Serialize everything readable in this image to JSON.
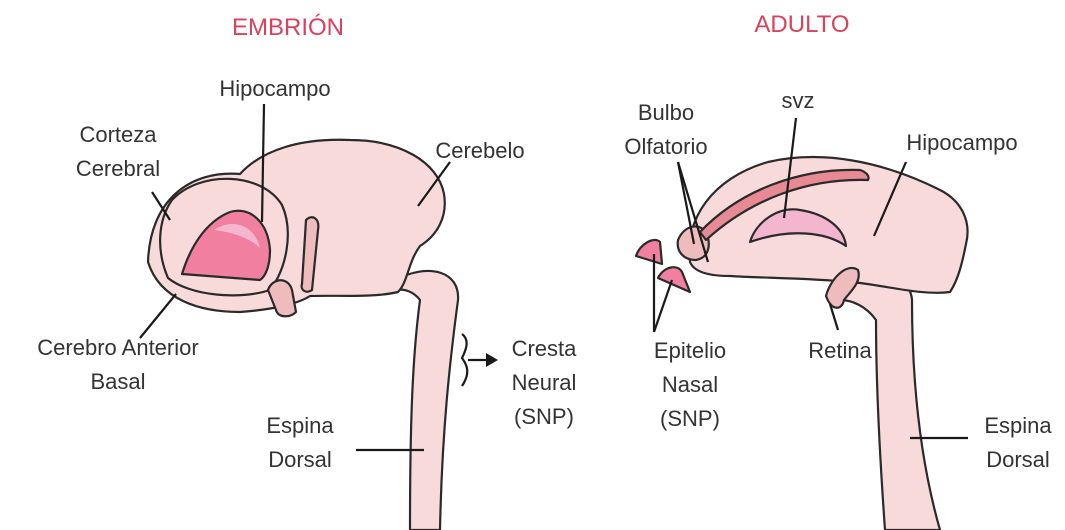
{
  "embryo": {
    "title": "EMBRIÓN",
    "labels": {
      "hipocampo": "Hipocampo",
      "corteza_1": "Corteza",
      "corteza_2": "Cerebral",
      "cerebelo": "Cerebelo",
      "basal_1": "Cerebro Anterior",
      "basal_2": "Basal",
      "cresta_1": "Cresta",
      "cresta_2": "Neural",
      "cresta_3": "(SNP)",
      "espina_1": "Espina",
      "espina_2": "Dorsal"
    }
  },
  "adult": {
    "title": "ADULTO",
    "labels": {
      "bulbo_1": "Bulbo",
      "bulbo_2": "Olfatorio",
      "svz": "svz",
      "hipocampo": "Hipocampo",
      "epitelio_1": "Epitelio",
      "epitelio_2": "Nasal",
      "epitelio_3": "(SNP)",
      "retina": "Retina",
      "espina_1": "Espina",
      "espina_2": "Dorsal"
    }
  },
  "colors": {
    "title": "#d9415c",
    "label": "#333333",
    "tissue": "#f8dada",
    "tissue_dark": "#eebcbc",
    "ventricle": "#f07fa0",
    "ventricle_light": "#f4b6cf",
    "svz_stripe": "#e88a96",
    "outline": "#2a2a2a"
  }
}
